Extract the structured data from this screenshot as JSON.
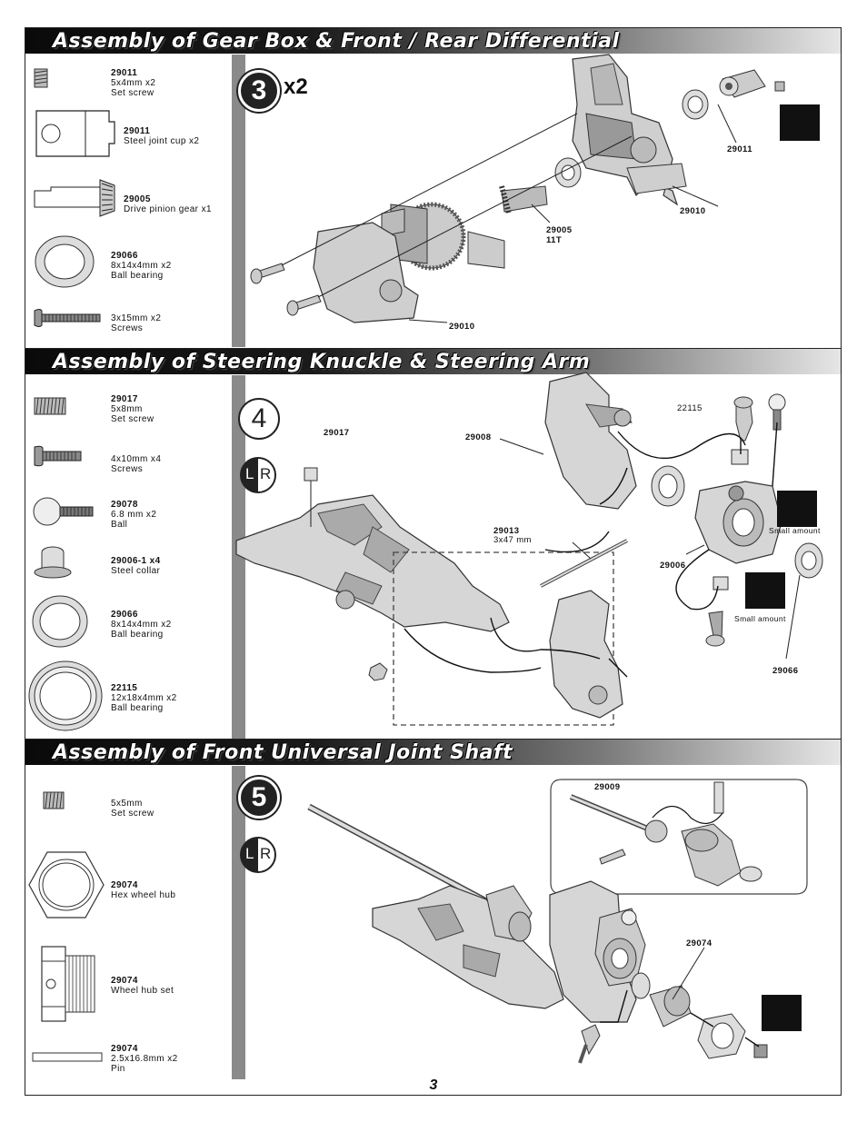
{
  "sections": [
    {
      "title": "Assembly of Gear Box & Front / Rear Differential"
    },
    {
      "title": "Assembly of Steering Knuckle & Steering Arm"
    },
    {
      "title": "Assembly of Front Universal Joint Shaft"
    }
  ],
  "parts1": [
    {
      "code": "29011",
      "desc1": "5x4mm x2",
      "desc2": "Set screw"
    },
    {
      "code": "29011",
      "desc1": "Steel joint cup x2",
      "desc2": ""
    },
    {
      "code": "29005",
      "desc1": "Drive pinion gear x1",
      "desc2": ""
    },
    {
      "code": "29066",
      "desc1": "8x14x4mm x2",
      "desc2": "Ball bearing"
    },
    {
      "code": "",
      "desc1": "3x15mm x2",
      "desc2": "Screws"
    }
  ],
  "parts2": [
    {
      "code": "29017",
      "desc1": "5x8mm",
      "desc2": "Set screw"
    },
    {
      "code": "",
      "desc1": "4x10mm x4",
      "desc2": "Screws"
    },
    {
      "code": "29078",
      "desc1": "6.8 mm x2",
      "desc2": "Ball"
    },
    {
      "code": "29006-1 x4",
      "desc1": "Steel collar",
      "desc2": ""
    },
    {
      "code": "29066",
      "desc1": "8x14x4mm x2",
      "desc2": "Ball bearing"
    },
    {
      "code": "22115",
      "desc1": "12x18x4mm x2",
      "desc2": "Ball bearing"
    }
  ],
  "parts3": [
    {
      "code": "",
      "desc1": "5x5mm",
      "desc2": "Set screw"
    },
    {
      "code": "29074",
      "desc1": "Hex wheel hub",
      "desc2": ""
    },
    {
      "code": "29074",
      "desc1": "Wheel hub set",
      "desc2": ""
    },
    {
      "code": "29074",
      "desc1": "2.5x16.8mm x2",
      "desc2": "Pin"
    }
  ],
  "steps": {
    "s3": "3",
    "s3_mult": "x2",
    "s4": "4",
    "s5": "5",
    "l": "L",
    "r": "R"
  },
  "callouts1": {
    "c29011": "29011",
    "c29010a": "29010",
    "c29005": "29005",
    "c11t": "11T",
    "c29010b": "29010"
  },
  "callouts2": {
    "c22115": "22115",
    "c29008": "29008",
    "c29017": "29017",
    "c29013": "29013",
    "c3x47": "3x47 mm",
    "c29006": "29006",
    "small1": "Small amount",
    "small2": "Small amount",
    "c29066": "29066"
  },
  "callouts3": {
    "c29009": "29009",
    "c29074": "29074"
  },
  "tl_icon": "thread-lock-icon",
  "page_number": "3"
}
